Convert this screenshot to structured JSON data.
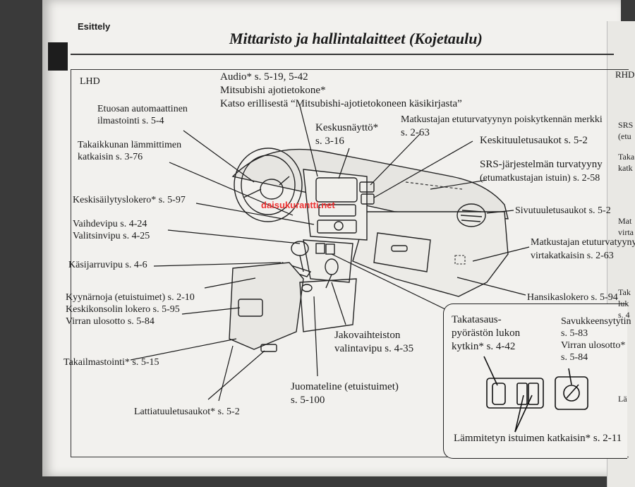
{
  "header": {
    "section": "Esittely",
    "title": "Mittaristo ja hallintalaitteet (Kojetaulu)"
  },
  "watermark": "daisukurantti.net",
  "diagram": {
    "variant": "LHD",
    "labels": {
      "audio": [
        "Audio* s. 5-19, 5-42",
        "Mitsubishi ajotietokone*",
        "Katso erillisestä “Mitsubishi-ajotietokoneen käsikirjasta”"
      ],
      "front_ac": [
        "Etuosan automaattinen",
        "ilmastointi s. 5-4"
      ],
      "rear_defog": [
        "Takaikkunan lämmittimen",
        "katkaisin s. 3-76"
      ],
      "center_display": [
        "Keskusnäyttö*",
        "s. 3-16"
      ],
      "airbag_off": [
        "Matkustajan etuturvatyynyn poiskytkennän merkki",
        "s. 2-63"
      ],
      "center_vents": [
        "Keskituuletusaukot s. 5-2"
      ],
      "srs": [
        "SRS-järjestelmän turvatyyny",
        "(etumatkustajan istuin) s. 2-58"
      ],
      "center_storage": [
        "Keskisäilytyslokero* s. 5-97"
      ],
      "side_vents": [
        "Sivutuuletusaukot s. 5-2"
      ],
      "shift": [
        "Vaihdevipu s. 4-24",
        "Valitsinvipu s. 4-25"
      ],
      "passenger_switch": [
        "Matkustajan etuturvatyynyn",
        "virtakatkaisin s. 2-63"
      ],
      "handbrake": [
        "Käsijarruvipu s. 4-6"
      ],
      "glovebox": [
        "Hansikaslokero s. 5-94"
      ],
      "armrest": [
        "Kyynärnoja (etuistuimet) s. 2-10",
        "Keskikonsolin lokero s. 5-95",
        "Virran ulosotto s. 5-84"
      ],
      "transfer": [
        "Jakovaihteiston",
        "valintavipu s. 4-35"
      ],
      "rear_ac": [
        "Takailmastointi* s. 5-15"
      ],
      "cupholder": [
        "Juomateline (etuistuimet)",
        "s. 5-100"
      ],
      "floor_vents": [
        "Lattiatuuletusaukot* s. 5-2"
      ]
    },
    "inset": {
      "diff_lock": [
        "Takatasaus-",
        "pyörästön lukon",
        "kytkin* s. 4-42"
      ],
      "lighter": [
        "Savukkeensytytin",
        "s. 5-83",
        "Virran ulosotto*",
        "s. 5-84"
      ],
      "seat_heater": [
        "Lämmitetyn istuimen katkaisin* s. 2-11"
      ]
    }
  },
  "right_page": {
    "rhd": "RHD",
    "fragments": [
      "SRS",
      "(etu",
      "Taka",
      "katk",
      "Mat",
      "virta",
      "Tak",
      "luk",
      "s. 4",
      "Lä"
    ]
  }
}
